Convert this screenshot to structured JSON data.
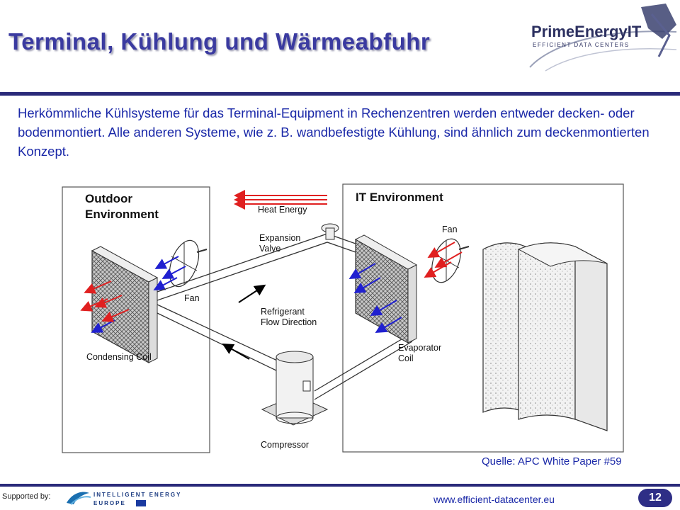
{
  "slide": {
    "title": "Terminal, Kühlung und Wärmeabfuhr",
    "body": "Herkömmliche Kühlsysteme für das Terminal-Equipment in Rechenzentren werden entweder decken- oder bodenmontiert. Alle anderen Systeme, wie z. B. wandbefestigte Kühlung, sind ähnlich zum deckenmontierten Konzept.",
    "source": "Quelle: APC White Paper #59",
    "page_number": "12"
  },
  "logo": {
    "name": "PrimeEnergyIT",
    "tagline": "EFFICIENT DATA CENTERS"
  },
  "diagram": {
    "outdoor_label_1": "Outdoor",
    "outdoor_label_2": "Environment",
    "it_label": "IT Environment",
    "heat_energy": "Heat Energy",
    "expansion_1": "Expansion",
    "expansion_2": "Valve",
    "fan_left": "Fan",
    "fan_right": "Fan",
    "refrigerant_1": "Refrigerant",
    "refrigerant_2": "Flow Direction",
    "condensing_coil": "Condensing Coil",
    "evaporator_1": "Evaporator",
    "evaporator_2": "Coil",
    "compressor": "Compressor"
  },
  "footer": {
    "supported_by": "Supported by:",
    "iee_line1": "INTELLIGENT ENERGY",
    "iee_line2": "EUROPE",
    "url": "www.efficient-datacenter.eu"
  },
  "colors": {
    "title": "#3a3aa0",
    "text": "#1a28a8",
    "rule": "#2a2a7a",
    "hot_arrow": "#e02020",
    "cold_arrow": "#2020d0"
  }
}
